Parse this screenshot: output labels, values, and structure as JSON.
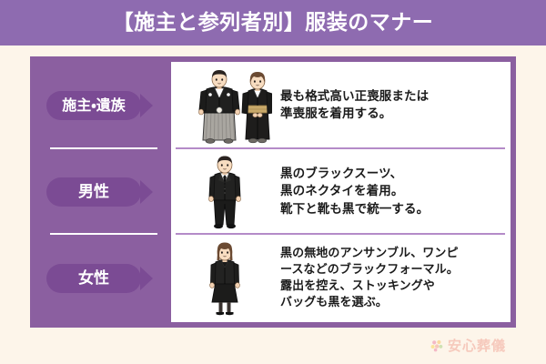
{
  "header": {
    "title": "【施主と参列者別】服装のマナー",
    "bg_color": "#8E6BB0",
    "text_color": "#FFFFFF"
  },
  "page": {
    "background_color": "#FDF5EA",
    "panel_color": "#8B5FA0",
    "inner_panel_color": "#FFFFFF",
    "badge_color": "#7B4B94",
    "divider_purple": "#B48BC8",
    "divider_white": "#FFFFFF"
  },
  "rows": [
    {
      "badge": "施主・遺族",
      "illustration": "kimono-couple-illustration",
      "description": "最も格式高い正喪服または\n準喪服を着用する。"
    },
    {
      "badge": "男性",
      "illustration": "black-suit-man-illustration",
      "description": "黒のブラックスーツ、\n黒のネクタイを着用。\n靴下と靴も黒で統一する。"
    },
    {
      "badge": "女性",
      "illustration": "black-formal-woman-illustration",
      "description": "黒の無地のアンサンブル、ワンピ\nースなどのブラックフォーマル。\n露出を控え、ストッキングや\nバッグも黒を選ぶ。"
    }
  ],
  "logo": {
    "text": "安心葬儀",
    "color": "#F6C9BC",
    "mark": "flower-icon"
  }
}
